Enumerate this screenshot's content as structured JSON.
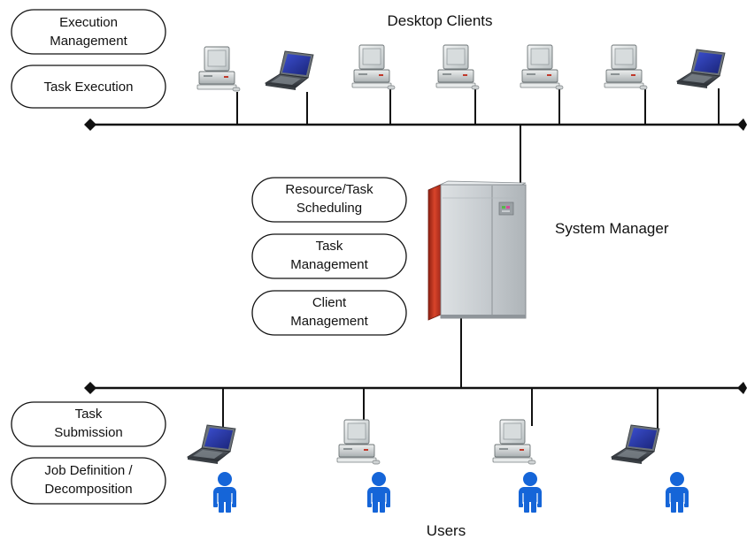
{
  "titles": {
    "desktop_clients": "Desktop Clients",
    "system_manager": "System Manager",
    "users": "Users"
  },
  "client_functions": [
    {
      "line1": "Execution",
      "line2": "Management"
    },
    {
      "line1": "Task Execution",
      "line2": ""
    }
  ],
  "manager_functions": [
    {
      "line1": "Resource/Task",
      "line2": "Scheduling"
    },
    {
      "line1": "Task",
      "line2": "Management"
    },
    {
      "line1": "Client",
      "line2": "Management"
    }
  ],
  "user_functions": [
    {
      "line1": "Task",
      "line2": "Submission"
    },
    {
      "line1": "Job Definition /",
      "line2": "Decomposition"
    }
  ],
  "desktop_client_devices": [
    "desktop",
    "laptop",
    "desktop",
    "desktop",
    "desktop",
    "desktop",
    "laptop"
  ],
  "user_devices": [
    "laptop",
    "desktop",
    "desktop",
    "laptop"
  ],
  "colors": {
    "user_figure": "#1565d8",
    "server_accent": "#c8321e",
    "laptop_screen": "#2a3aa8",
    "line": "#111111"
  }
}
